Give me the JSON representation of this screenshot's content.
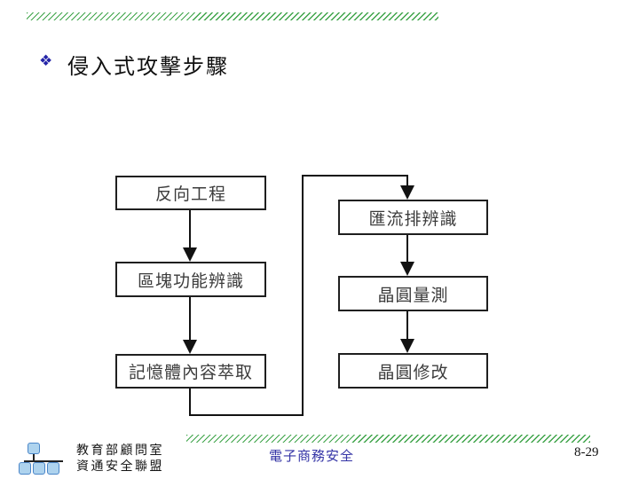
{
  "slide": {
    "bullet_glyph": "❖",
    "title": "侵入式攻擊步驟"
  },
  "diagram": {
    "type": "flowchart",
    "nodes": [
      {
        "label": "反向工程"
      },
      {
        "label": "區塊功能辨識"
      },
      {
        "label": "記憶體內容萃取"
      },
      {
        "label": "匯流排辨識"
      },
      {
        "label": "晶圓量測"
      },
      {
        "label": "晶圓修改"
      }
    ],
    "edges": [
      [
        "反向工程",
        "區塊功能辨識"
      ],
      [
        "區塊功能辨識",
        "記憶體內容萃取"
      ],
      [
        "記憶體內容萃取",
        "匯流排辨識"
      ],
      [
        "匯流排辨識",
        "晶圓量測"
      ],
      [
        "晶圓量測",
        "晶圓修改"
      ]
    ]
  },
  "footer": {
    "logo_text": [
      "教育部顧問室",
      "資通安全聯盟"
    ],
    "center_text": "電子商務安全",
    "page_number": "8-29"
  },
  "colors": {
    "hatch_green": "#3fa44a",
    "bullet_navy": "#2525a8",
    "footer_blue": "#3434a6",
    "logo_fill": "#aed3ee",
    "logo_border": "#4a86c8"
  }
}
